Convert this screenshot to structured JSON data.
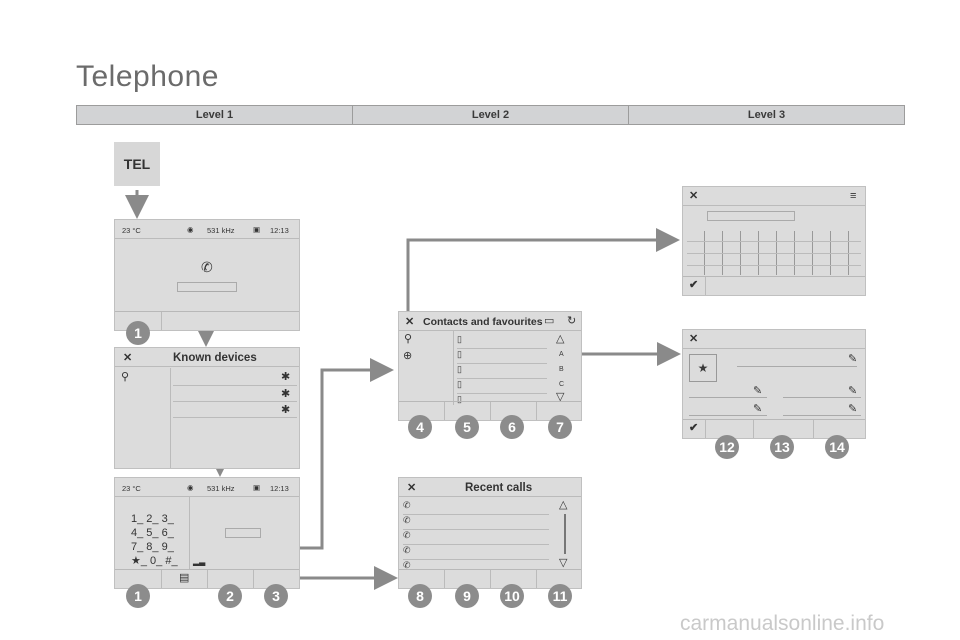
{
  "title": "Telephone",
  "levels": [
    "Level 1",
    "Level 2",
    "Level 3"
  ],
  "tel_button": "TEL",
  "status": {
    "temp": "23 °C",
    "freq": "531 kHz",
    "time": "12:13"
  },
  "known_devices": {
    "title": "Known devices"
  },
  "contacts": {
    "title": "Contacts and favourites",
    "alpha": [
      "A",
      "B",
      "C"
    ]
  },
  "recent_calls": {
    "title": "Recent calls"
  },
  "keypad": [
    "1_ 2_ 3_",
    "4_ 5_ 6_",
    "7_ 8_ 9_",
    "★_ 0_ #_"
  ],
  "badges": [
    "1",
    "1",
    "2",
    "3",
    "4",
    "5",
    "6",
    "7",
    "8",
    "9",
    "10",
    "11",
    "12",
    "13",
    "14"
  ],
  "watermark": "carmanualsonline.info"
}
